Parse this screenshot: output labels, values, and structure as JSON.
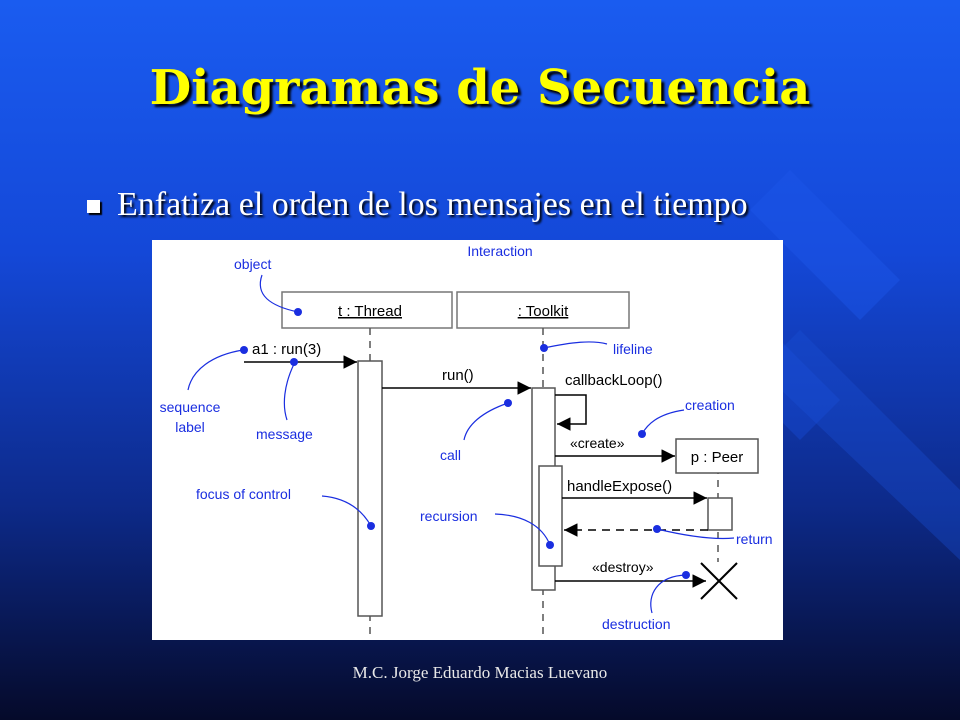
{
  "slide": {
    "title": "Diagramas de Secuencia",
    "bullet": "Enfatiza el orden de los mensajes en el tiempo",
    "footer": "M.C. Jorge Eduardo Macias Luevano"
  },
  "diagram": {
    "interaction_label": "Interaction",
    "objects": {
      "thread": "t : Thread",
      "toolkit": ": Toolkit",
      "peer": "p : Peer"
    },
    "messages": {
      "a1": "a1 : run(3)",
      "run": "run()",
      "callback": "callbackLoop()",
      "create": "«create»",
      "expose": "handleExpose()",
      "destroy": "«destroy»"
    },
    "annotations": {
      "object": "object",
      "lifeline": "lifeline",
      "sequence_label_1": "sequence",
      "sequence_label_2": "label",
      "message": "message",
      "call": "call",
      "creation": "creation",
      "focus": "focus of control",
      "recursion": "recursion",
      "return": "return",
      "destruction": "destruction"
    },
    "colors": {
      "callout": "#1a2ee0",
      "line": "#000000"
    }
  }
}
